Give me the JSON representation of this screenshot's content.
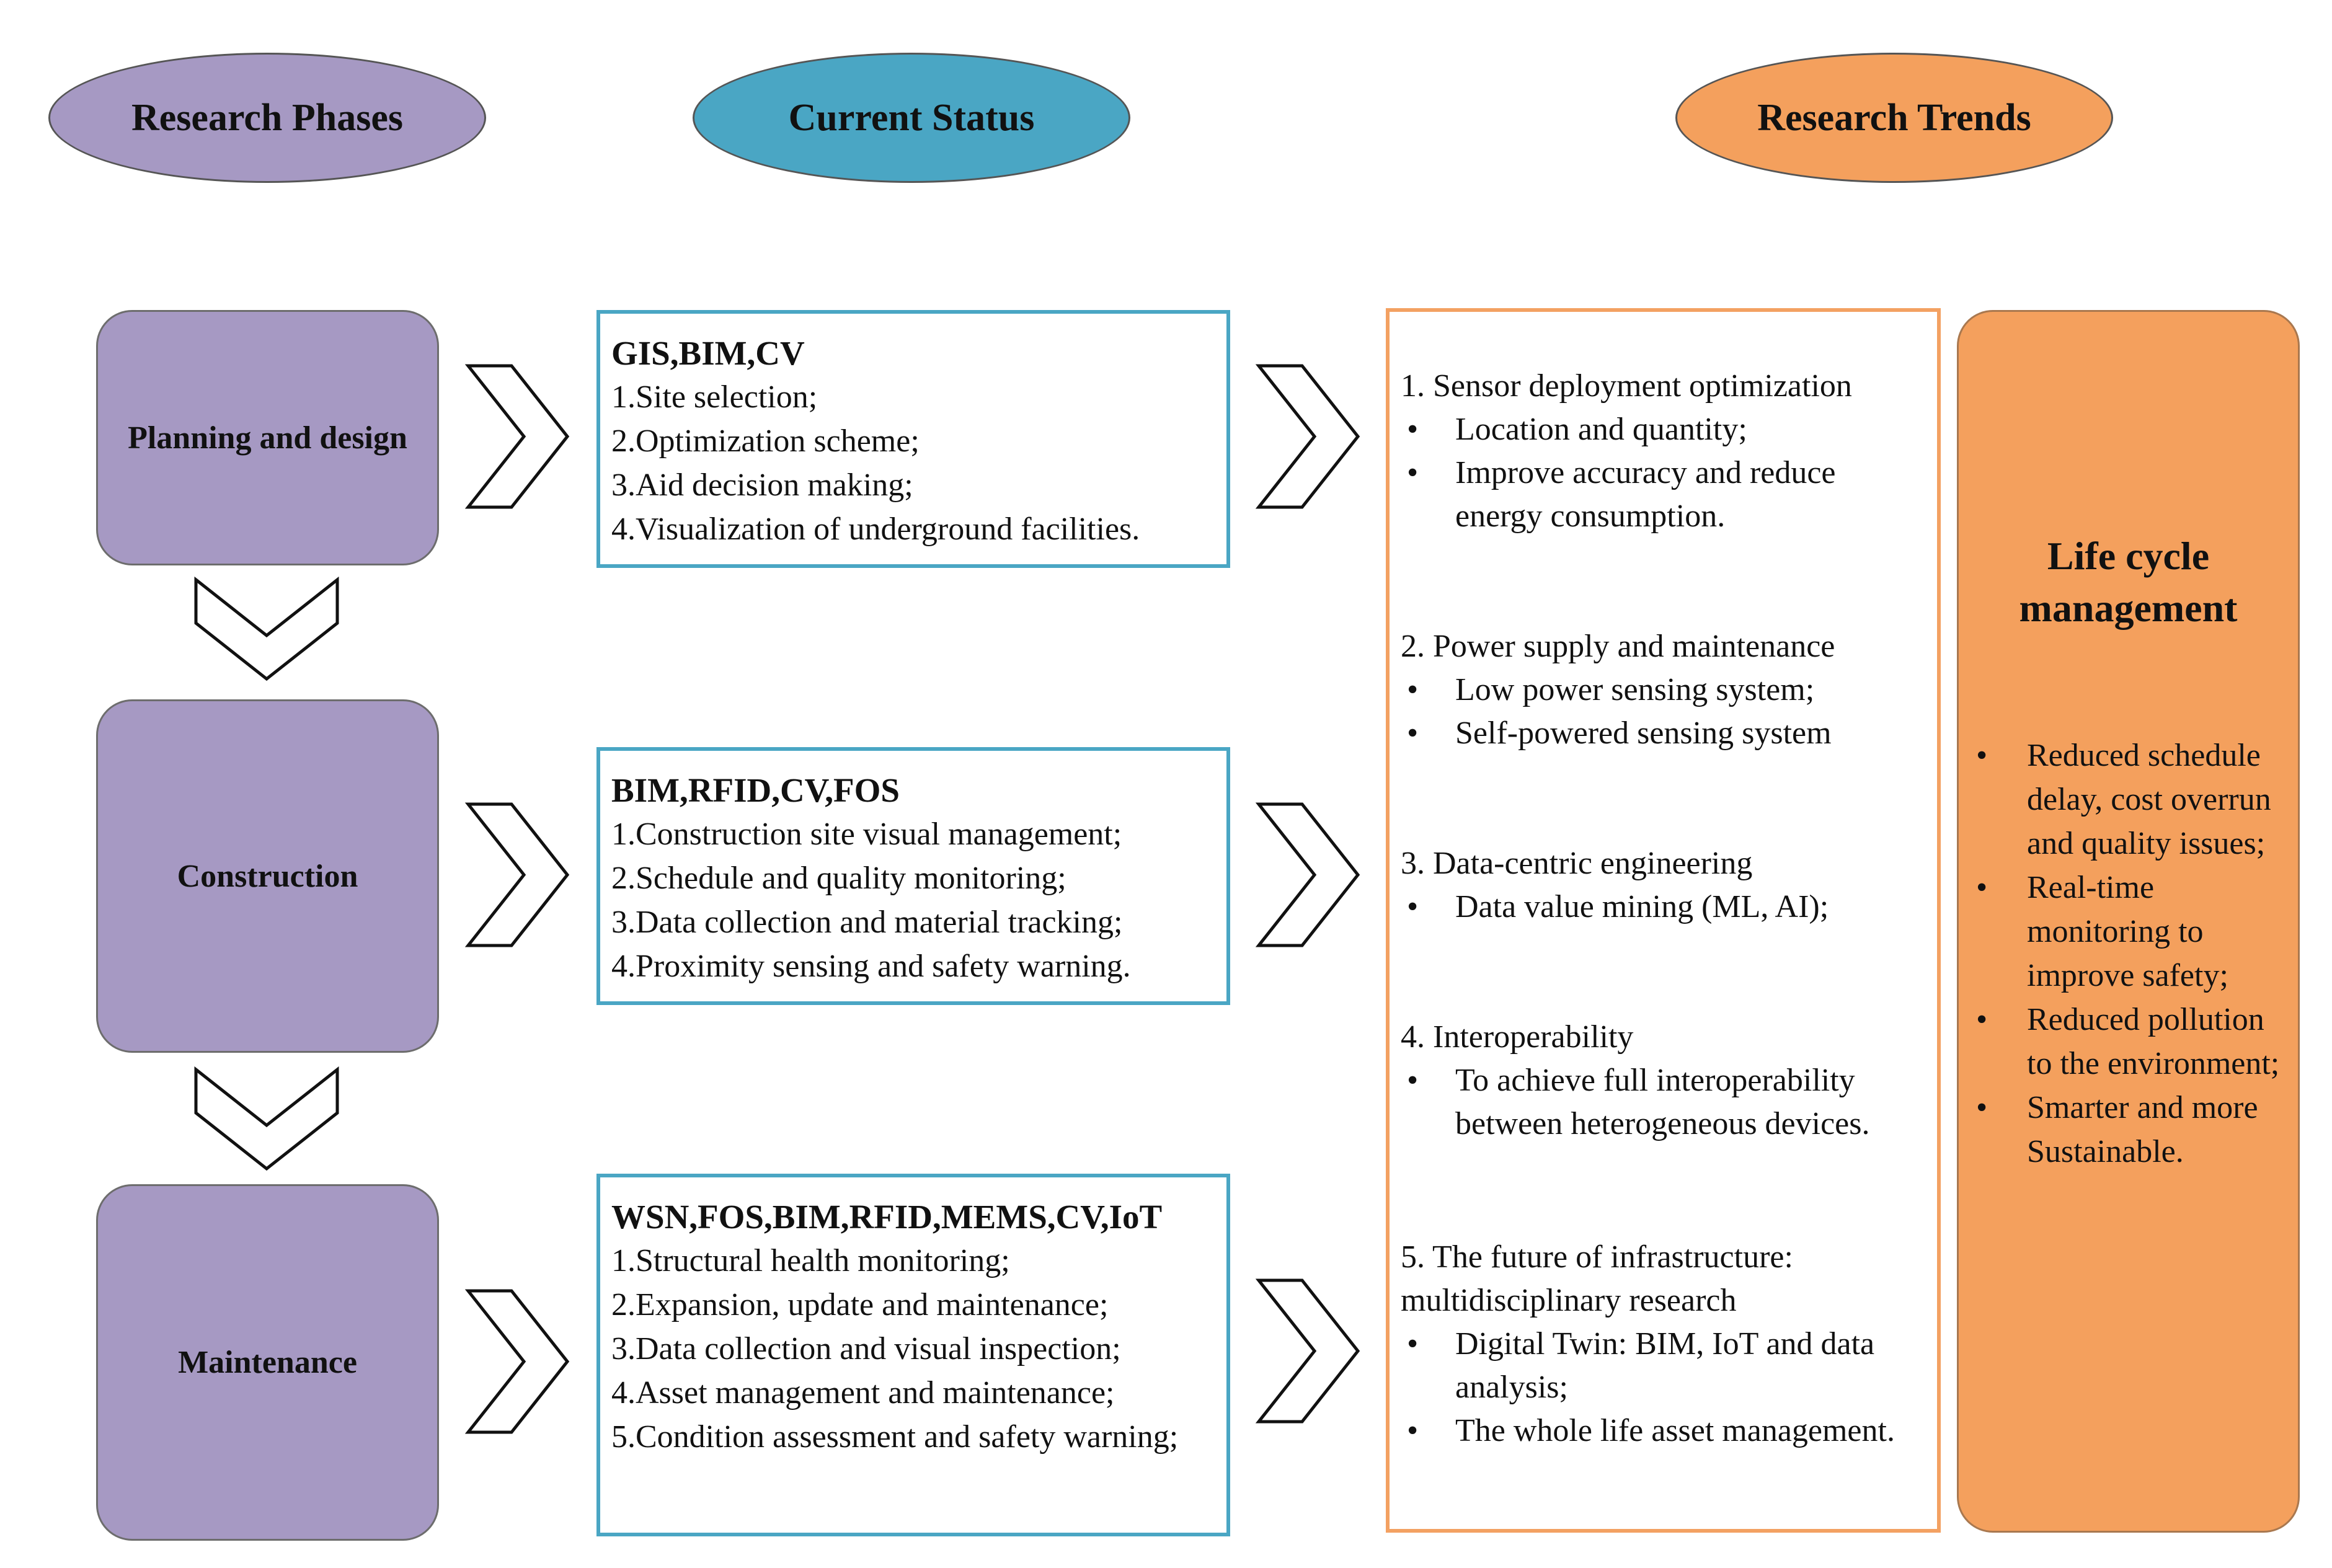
{
  "headers": {
    "phases": "Research Phases",
    "status": "Current Status",
    "trends": "Research Trends"
  },
  "phases": [
    {
      "label": "Planning and design"
    },
    {
      "label": "Construction"
    },
    {
      "label": "Maintenance"
    }
  ],
  "status": [
    {
      "heading": "GIS,BIM,CV",
      "items": [
        "1.Site selection;",
        "2.Optimization scheme;",
        "3.Aid decision making;",
        "4.Visualization of underground facilities."
      ]
    },
    {
      "heading": "BIM,RFID,CV,FOS",
      "items": [
        "1.Construction site visual management;",
        "2.Schedule and quality monitoring;",
        "3.Data collection and material tracking;",
        "4.Proximity sensing and safety warning."
      ]
    },
    {
      "heading": "WSN,FOS,BIM,RFID,MEMS,CV,IoT",
      "items": [
        "1.Structural health monitoring;",
        "2.Expansion, update and maintenance;",
        "3.Data collection and visual inspection;",
        "4.Asset management and maintenance;",
        "5.Condition assessment and safety warning;"
      ]
    }
  ],
  "trends": [
    {
      "title": "1. Sensor deployment optimization",
      "bullets": [
        "Location and quantity;",
        "Improve accuracy and reduce energy consumption."
      ]
    },
    {
      "title": "2. Power supply and maintenance",
      "bullets": [
        "Low power sensing system;",
        "Self-powered sensing system"
      ]
    },
    {
      "title": "3. Data-centric engineering",
      "bullets": [
        "Data value mining (ML, AI);"
      ]
    },
    {
      "title": "4.  Interoperability",
      "bullets": [
        "To achieve full interoperability between heterogeneous devices."
      ]
    },
    {
      "title": "5. The future of infrastructure: multidisciplinary research",
      "bullets": [
        "Digital Twin: BIM, IoT and data analysis;",
        "The whole life asset management."
      ]
    }
  ],
  "lifecycle": {
    "title": "Life cycle management",
    "bullets": [
      "Reduced schedule delay, cost overrun and quality issues;",
      "Real-time monitoring to improve safety;",
      "Reduced pollution to the environment;",
      "Smarter and more Sustainable."
    ]
  },
  "colors": {
    "phases": "#a699c3",
    "status": "#4aa6c4",
    "trends": "#f4a05d"
  }
}
